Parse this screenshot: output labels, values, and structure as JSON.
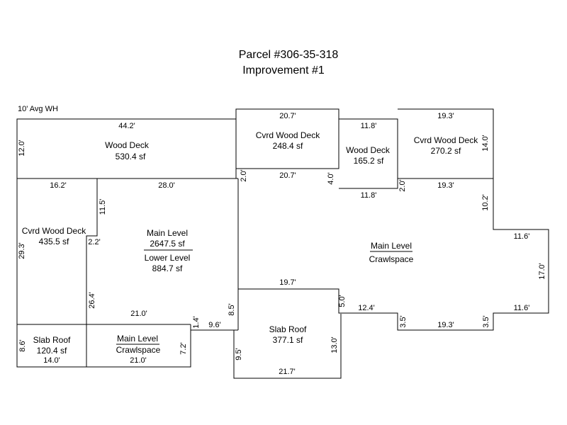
{
  "title": {
    "line1": "Parcel #306-35-318",
    "line2": "Improvement #1"
  },
  "note": "10' Avg WH",
  "areas": {
    "wood_deck_left": {
      "name": "Wood Deck",
      "area": "530.4 sf"
    },
    "cvrd_wood_deck_top": {
      "name": "Cvrd Wood Deck",
      "area": "248.4 sf"
    },
    "wood_deck_mid": {
      "name": "Wood Deck",
      "area": "165.2 sf"
    },
    "cvrd_wood_deck_right": {
      "name": "Cvrd Wood Deck",
      "area": "270.2 sf"
    },
    "cvrd_wood_deck_left": {
      "name": "Cvrd Wood Deck",
      "area": "435.5 sf"
    },
    "main_level_left": {
      "name": "Main Level",
      "area": "2647.5 sf",
      "lower_name": "Lower Level",
      "lower_area": "884.7 sf"
    },
    "main_level_right": {
      "name": "Main Level",
      "sub": "Crawlspace"
    },
    "slab_roof_left": {
      "name": "Slab Roof",
      "area": "120.4 sf"
    },
    "main_level_bottom": {
      "name": "Main Level",
      "sub": "Crawlspace"
    },
    "slab_roof_bottom": {
      "name": "Slab Roof",
      "area": "377.1 sf"
    }
  },
  "dims": {
    "d_44_2": "44.2'",
    "d_12_0": "12.0'",
    "d_20_7_top": "20.7'",
    "d_11_8_top": "11.8'",
    "d_19_3_top": "19.3'",
    "d_14_0_right": "14.0'",
    "d_2_0_a": "2.0'",
    "d_20_7_mid": "20.7'",
    "d_4_0": "4.0'",
    "d_11_8_mid": "11.8'",
    "d_2_0_b": "2.0'",
    "d_19_3_mid": "19.3'",
    "d_16_2": "16.2'",
    "d_28_0": "28.0'",
    "d_11_5": "11.5'",
    "d_10_2": "10.2'",
    "d_11_6_top": "11.6'",
    "d_29_3": "29.3'",
    "d_2_2": "2.2'",
    "d_17_0": "17.0'",
    "d_19_7": "19.7'",
    "d_26_4": "26.4'",
    "d_5_0": "5.0'",
    "d_12_4": "12.4'",
    "d_11_6_bot": "11.6'",
    "d_21_0_mid": "21.0'",
    "d_1_4": "1.4'",
    "d_8_5": "8.5'",
    "d_9_6": "9.6'",
    "d_3_5_a": "3.5'",
    "d_19_3_bot": "19.3'",
    "d_3_5_b": "3.5'",
    "d_8_6": "8.6'",
    "d_14_0_bot": "14.0'",
    "d_7_2": "7.2'",
    "d_21_0_bot": "21.0'",
    "d_9_5": "9.5'",
    "d_13_0": "13.0'",
    "d_21_7": "21.7'"
  }
}
